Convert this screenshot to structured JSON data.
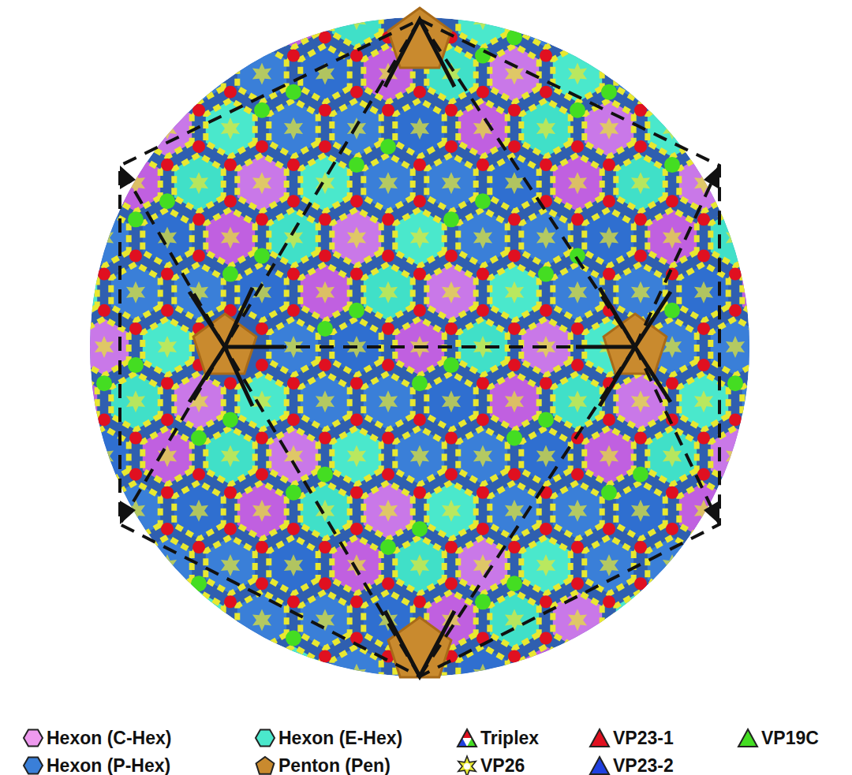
{
  "diagram": {
    "legend": [
      {
        "text": "Hexon (C-Hex)",
        "color": "#ee99ee"
      },
      {
        "text": "Hexon (E-Hex)",
        "color": "#4ae8cc"
      },
      {
        "text": "Triplex"
      },
      {
        "text": "VP23-1",
        "color": "#e01020"
      },
      {
        "text": "VP19C",
        "color": "#44dd22"
      },
      {
        "text": "Hexon (P-Hex)",
        "color": "#3a7fd8"
      },
      {
        "text": "Penton (Pen)",
        "color": "#c98a2e"
      },
      {
        "text": "VP26"
      },
      {
        "text": "VP23-2",
        "color": "#2040e0"
      }
    ]
  }
}
